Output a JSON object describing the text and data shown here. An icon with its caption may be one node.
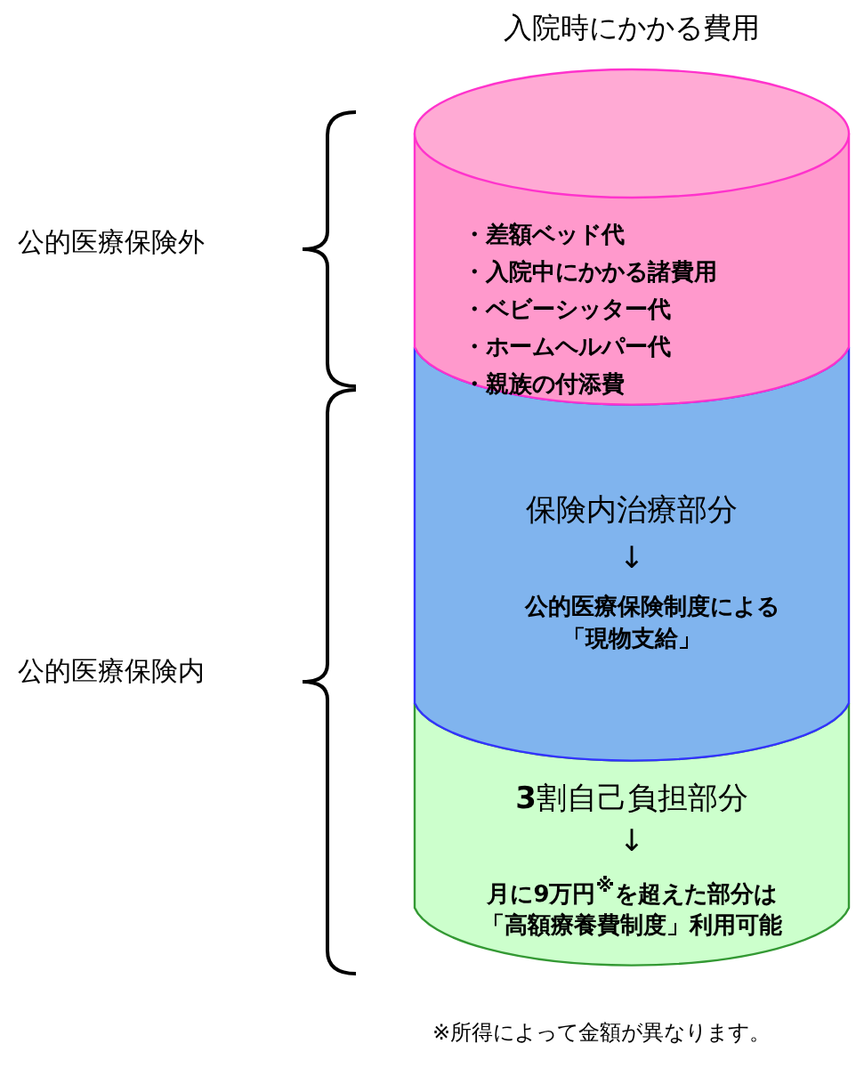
{
  "diagram": {
    "title": "入院時にかかる費用",
    "nodes": [
      {
        "text": [
          "・差額ベッド代",
          "・入院中にかかる諸費用",
          "・ベビーシッター代",
          "・ホームヘルパー代",
          "・親族の付添費"
        ]
      },
      {
        "text": [
          "保険内治療部分",
          "↓",
          "公的医療保険制度による「現物支給」"
        ]
      },
      {
        "text": [
          "**3**割自己負担部分",
          "↓",
          "月に9万円$^{※}$を超えた部分は「高額療養費制度」利用可能"
        ]
      }
    ],
    "labels": [
      "公的医療保険外",
      "公的医療保険内",
      "※所得によって金額が異なります。"
    ]
  }
}
